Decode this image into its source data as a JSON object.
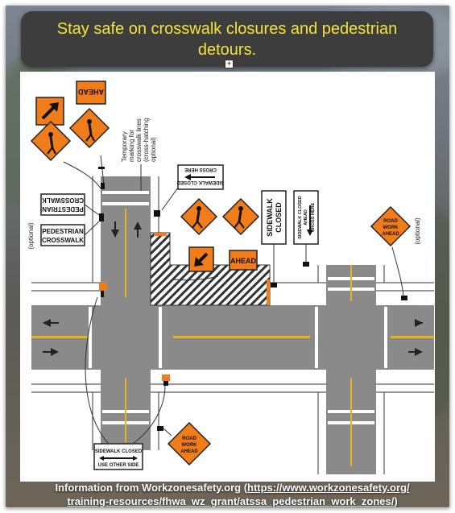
{
  "banner": {
    "line1": "Stay safe on crosswalk closures and pedestrian",
    "line2": "detours."
  },
  "plus_glyph": "+",
  "diagram": {
    "note_temp_marking": [
      "Temporary",
      "marking for",
      "crosswalk lines",
      "(cross-hatching",
      "optional)"
    ],
    "sign_ahead_top": "AHEAD",
    "sign_ped_crosswalk_mirrored": [
      "PEDESTRIAN",
      "CROSSWALK"
    ],
    "sign_ped_crosswalk": [
      "PEDESTRIAN",
      "CROSSWALK"
    ],
    "optional_left": "(optional)",
    "optional_right": "(optional)",
    "sign_sidewalk_closed_cross_here_top": [
      "SIDEWALK CLOSED",
      "CROSS HERE"
    ],
    "sign_ahead_mid": "AHEAD",
    "sign_sidewalk_closed_big": [
      "SIDEWALK",
      "CLOSED"
    ],
    "sign_sidewalk_closed_ahead_vertical": [
      "SIDEWALK CLOSED",
      "AHEAD",
      "CROSS HERE"
    ],
    "sign_road_work_ahead_right": [
      "ROAD",
      "WORK",
      "AHEAD"
    ],
    "sign_sidewalk_closed_use_other": [
      "SIDEWALK CLOSED",
      "USE OTHER SIDE"
    ],
    "sign_road_work_ahead_bottom": [
      "ROAD",
      "WORK",
      "AHEAD"
    ]
  },
  "caption": {
    "prefix": "Information from Workzonesafety.org (",
    "link1": "https://www.workzonesafety.org/",
    "link2": "training-resources/fhwa_wz_grant/atssa_pedestrian_work_zones/",
    "suffix": ")"
  },
  "colors": {
    "banner_text": "#f2e43a",
    "sign_orange": "#f07c1a",
    "road_gray": "#8a8a8a"
  }
}
